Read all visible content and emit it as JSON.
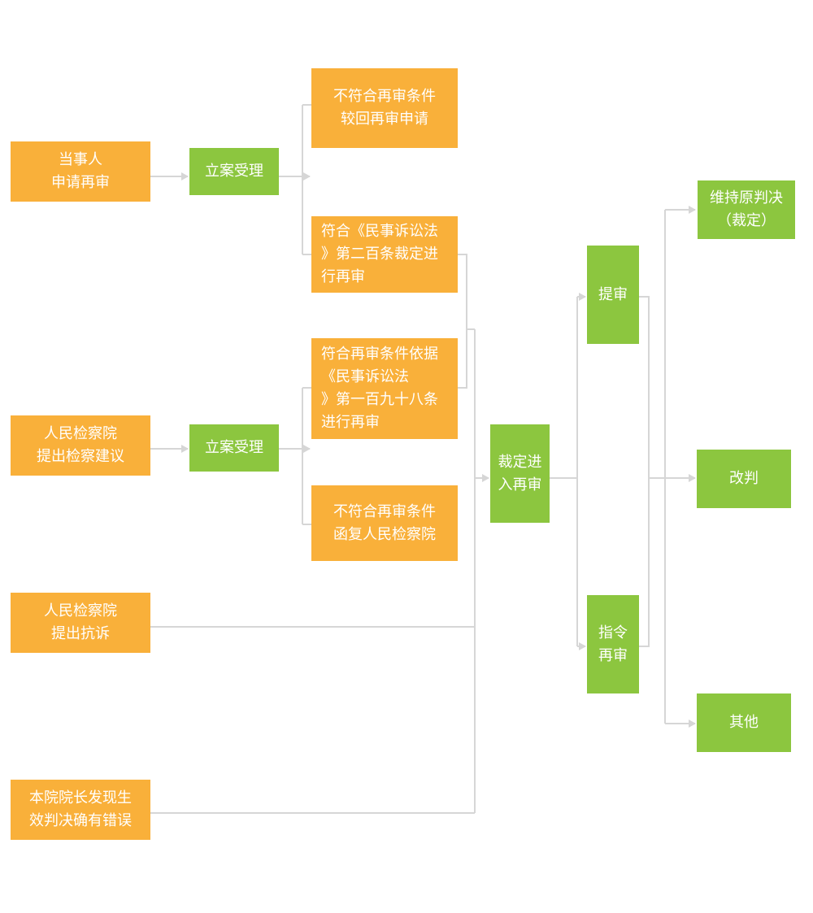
{
  "colors": {
    "orange": "#f9b03a",
    "green": "#8cc63f",
    "connector": "#d6d6d6"
  },
  "nodes": {
    "party_apply": {
      "lines": [
        "当事人",
        "申请再审"
      ],
      "color": "orange"
    },
    "procuratorate_suggest": {
      "lines": [
        "人民检察院",
        "提出检察建议"
      ],
      "color": "orange"
    },
    "procuratorate_protest": {
      "lines": [
        "人民检察院",
        "提出抗诉"
      ],
      "color": "orange"
    },
    "president_finds_error": {
      "lines": [
        "本院院长发现生",
        "效判决确有错误"
      ],
      "color": "orange"
    },
    "filing_1": {
      "lines": [
        "立案受理"
      ],
      "color": "green"
    },
    "filing_2": {
      "lines": [
        "立案受理"
      ],
      "color": "green"
    },
    "reject_application": {
      "lines": [
        "不符合再审条件",
        "较回再审申请"
      ],
      "color": "orange"
    },
    "meets_art_200": {
      "lines": [
        "符合《民事诉讼法",
        "》第二百条裁定进",
        "行再审"
      ],
      "color": "orange"
    },
    "meets_art_198": {
      "lines": [
        "符合再审条件依据",
        "《民事诉讼法",
        "》第一百九十八条",
        "进行再审"
      ],
      "color": "orange"
    },
    "reply_procuratorate": {
      "lines": [
        "不符合再审条件",
        "函复人民检察院"
      ],
      "color": "orange"
    },
    "ruling_retrial": {
      "lines": [
        "裁定进",
        "入再审"
      ],
      "color": "green"
    },
    "bring_up_trial": {
      "lines": [
        "提审"
      ],
      "color": "green"
    },
    "directed_retrial": {
      "lines": [
        "指令",
        "再审"
      ],
      "color": "green"
    },
    "uphold_judgment": {
      "lines": [
        "维持原判决",
        "（裁定）"
      ],
      "color": "green"
    },
    "revise_judgment": {
      "lines": [
        "改判"
      ],
      "color": "green"
    },
    "other": {
      "lines": [
        "其他"
      ],
      "color": "green"
    }
  }
}
